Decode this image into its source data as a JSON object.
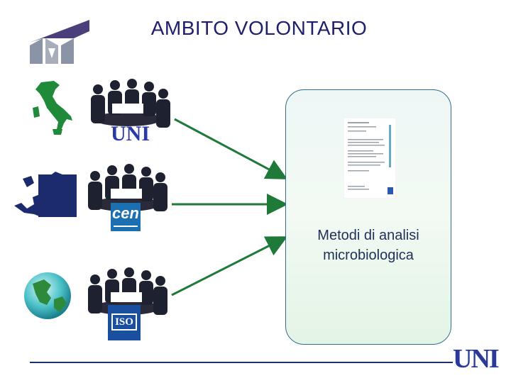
{
  "slide": {
    "title": "AMBITO  VOLONTARIO",
    "caption_line1": "Metodi di analisi",
    "caption_line2": "microbiologica"
  },
  "logos": {
    "national_body": "UNI",
    "european_body": "cen",
    "international_body": "ISO",
    "footer_logo": "UNI"
  },
  "icons": [
    "corporate-logo-icon",
    "italy-map-icon",
    "europe-map-icon",
    "globe-icon",
    "meeting-group-icon",
    "standard-document-icon",
    "arrow-icon"
  ],
  "colors": {
    "title": "#1f1f6b",
    "arrow": "#1f7a3a",
    "box_border": "#2e6f8c",
    "italy": "#1f8a3a",
    "europe": "#1c2a6e",
    "cen_blue": "#1c6fb0",
    "iso_blue": "#1a4fa0",
    "rule": "#1c2f6e"
  }
}
